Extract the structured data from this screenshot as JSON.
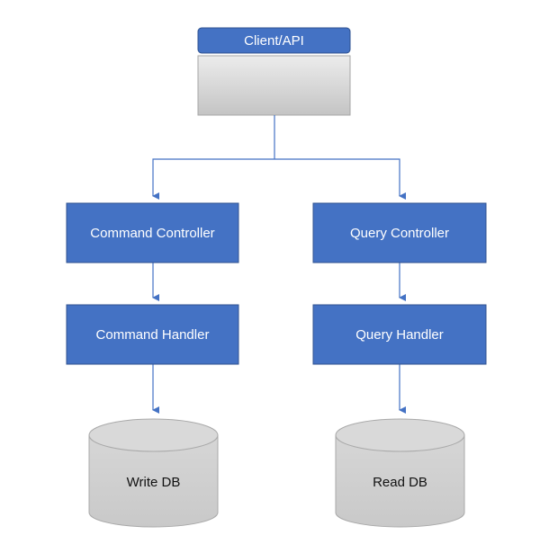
{
  "diagram": {
    "client": {
      "label": "Client/API"
    },
    "command_controller": {
      "label": "Command Controller"
    },
    "query_controller": {
      "label": "Query Controller"
    },
    "command_handler": {
      "label": "Command Handler"
    },
    "query_handler": {
      "label": "Query Handler"
    },
    "write_db": {
      "label": "Write DB"
    },
    "read_db": {
      "label": "Read DB"
    }
  },
  "colors": {
    "box_fill": "#4472c4",
    "box_border": "#2f528f",
    "connector": "#4472c4",
    "db_fill": "#d3d3d3",
    "db_stroke": "#a9a9a9"
  }
}
